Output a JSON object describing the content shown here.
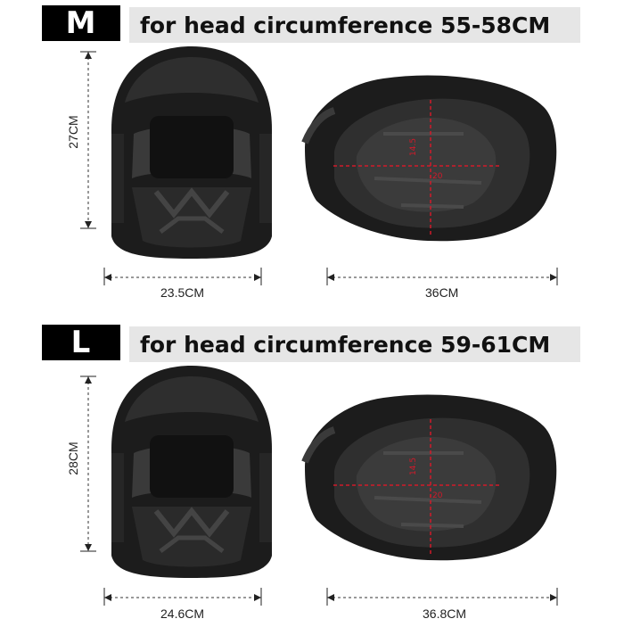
{
  "sizes": [
    {
      "tag": "M",
      "banner": "for head circumference 55-58CM",
      "height": "27CM",
      "width": "23.5CM",
      "length": "36CM"
    },
    {
      "tag": "L",
      "banner": "for head circumference 59-61CM",
      "height": "28CM",
      "width": "24.6CM",
      "length": "36.8CM"
    }
  ],
  "colors": {
    "accent": "#d11a2a",
    "tag_bg": "#000000",
    "banner_bg": "#e6e6e6"
  }
}
